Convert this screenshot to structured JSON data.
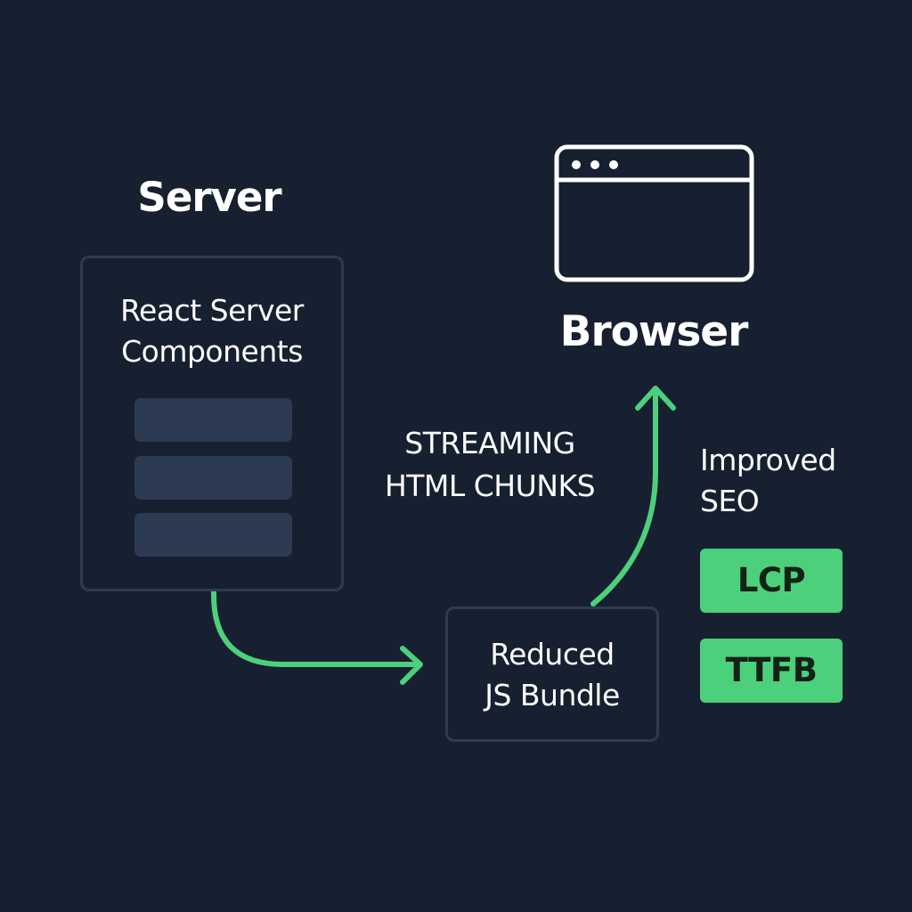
{
  "colors": {
    "background": "#172030",
    "box_border": "#2d3c52",
    "bar_fill": "#2c3a52",
    "accent_green": "#4dd07c",
    "text": "#ffffff"
  },
  "server": {
    "title": "Server",
    "box_label_line1": "React Server",
    "box_label_line2": "Components"
  },
  "browser": {
    "title": "Browser",
    "icon": "browser-window-icon"
  },
  "streaming": {
    "line1": "STREAMING",
    "line2": "HTML CHUNKS"
  },
  "bundle": {
    "line1": "Reduced",
    "line2": "JS Bundle"
  },
  "seo": {
    "line1": "Improved",
    "line2": "SEO"
  },
  "badges": {
    "lcp": "LCP",
    "ttfb": "TTFB"
  }
}
